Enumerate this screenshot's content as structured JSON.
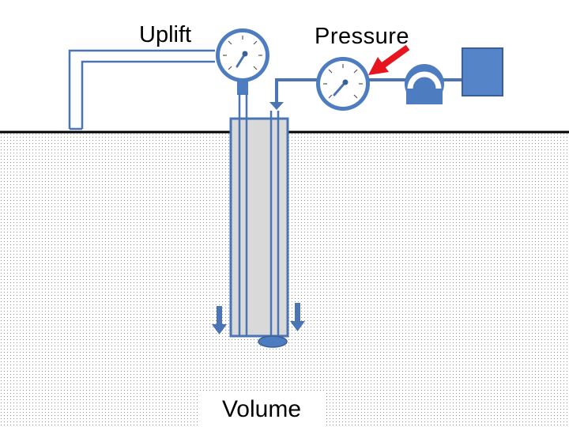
{
  "labels": {
    "uplift": "Uplift",
    "pressure": "Pressure",
    "volume": "Volume"
  },
  "colors": {
    "pipe": "#4a74b4",
    "pipe_dark": "#3a5f95",
    "pipe_light": "#cfdaea",
    "gauge_body": "#4e7cc0",
    "pump": "#4e7cc0",
    "tank": "#5585c8",
    "probe": "#d9d9d9",
    "ground_dots": "#8a8a8a",
    "arrow": "#e8141e",
    "ground_line": "#000000"
  },
  "icons": {
    "uplift_gauge": "pressure-gauge-icon",
    "pressure_gauge": "pressure-gauge-icon",
    "pump": "pump-icon",
    "tank": "reservoir-tank-icon",
    "indicator": "red-arrow-icon",
    "down_arrows": "down-arrow-icon"
  }
}
